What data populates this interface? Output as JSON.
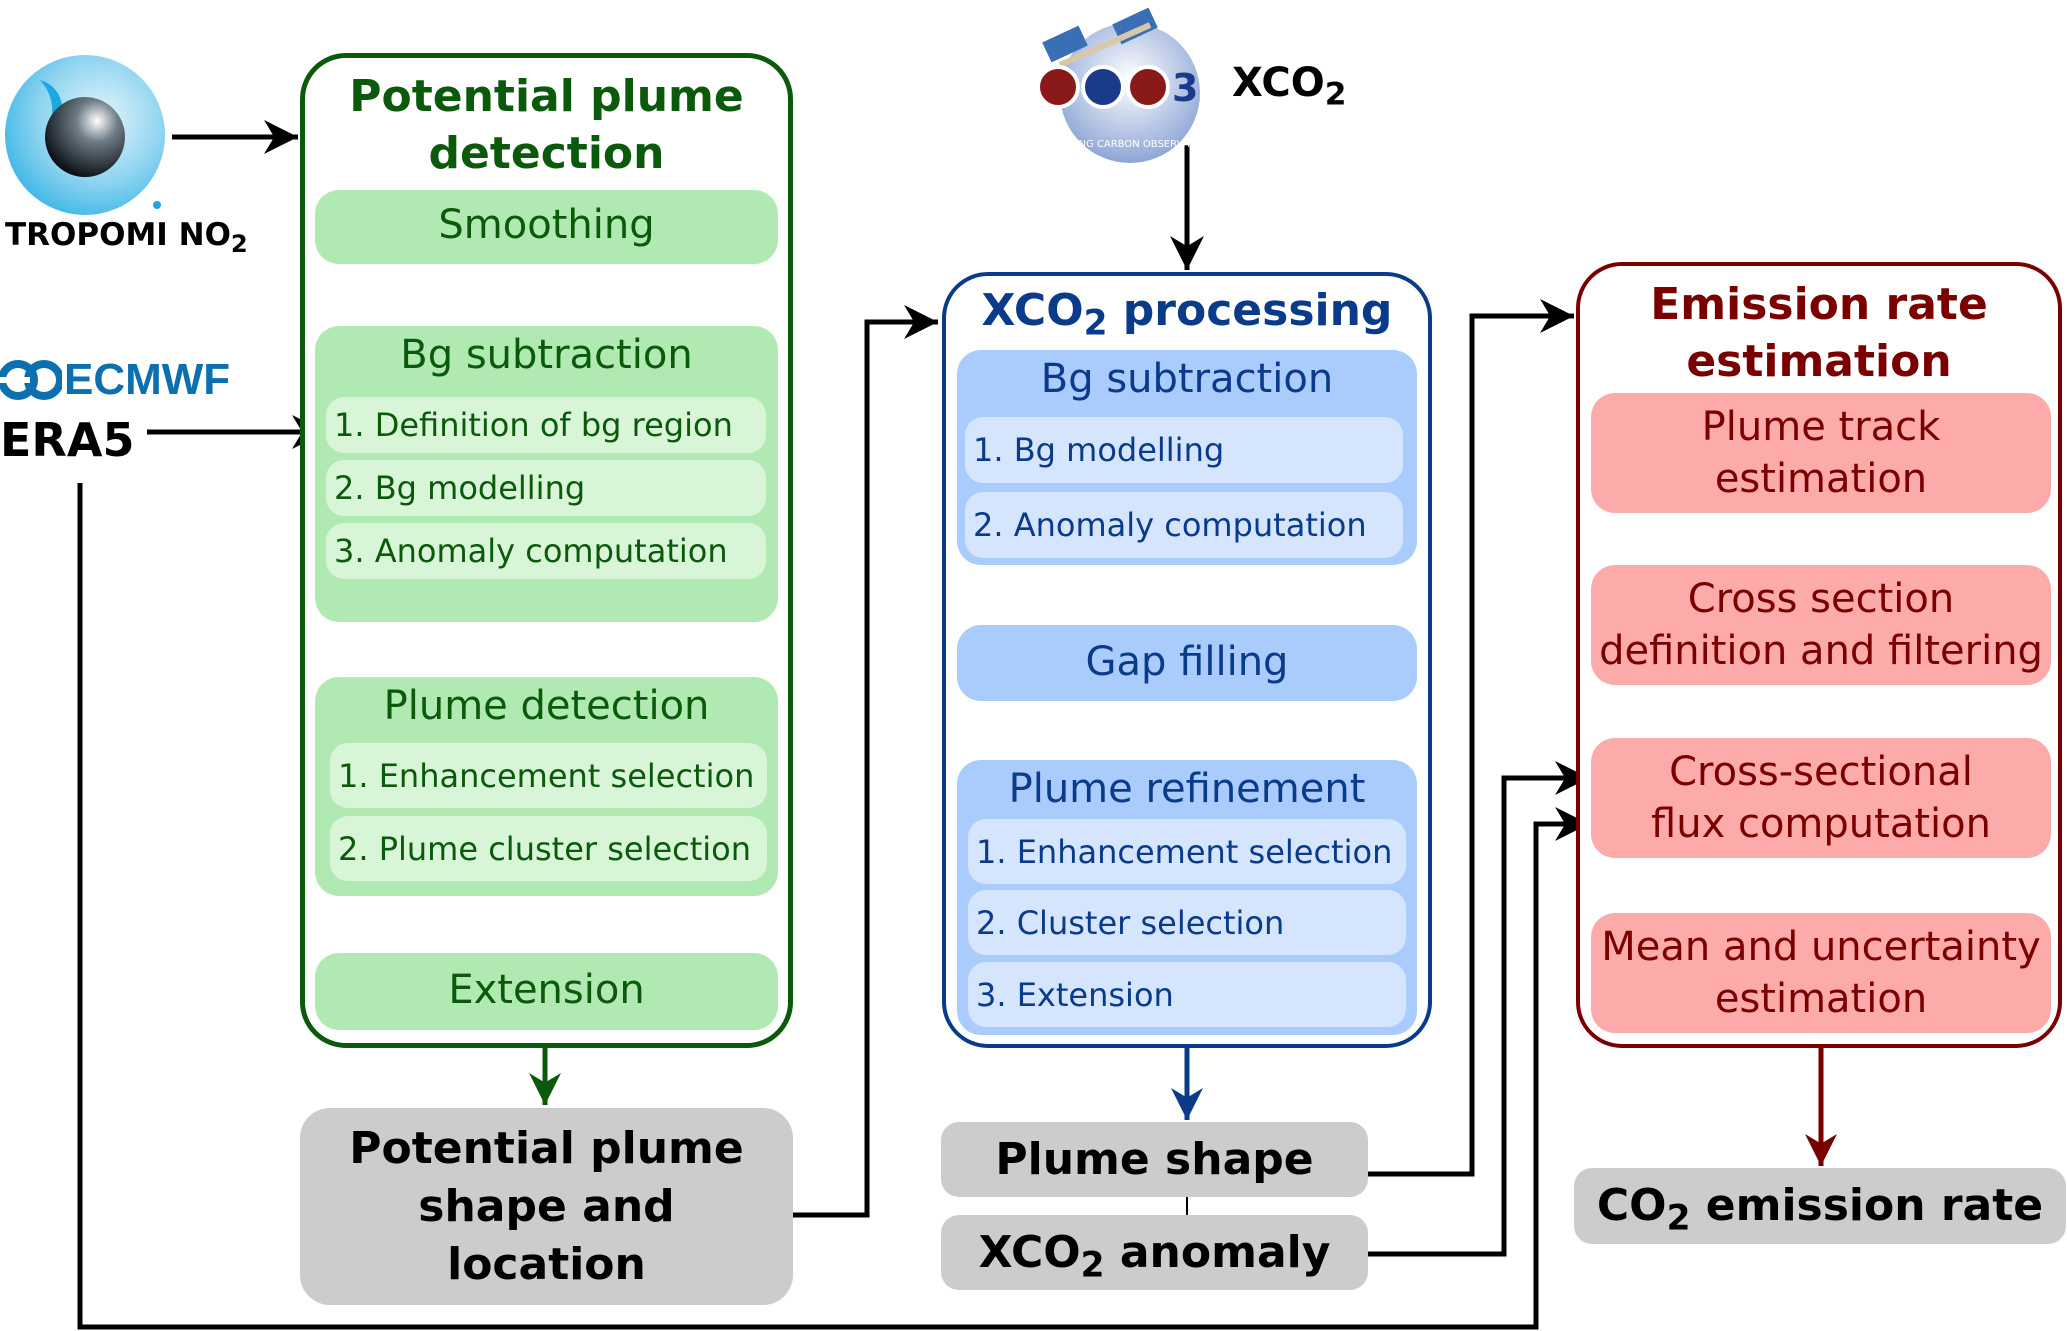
{
  "inputs": {
    "tropomi": {
      "label": "TROPOMI NO",
      "sub": "2",
      "icon": "tropomi-logo"
    },
    "ecmwf": {
      "logo_text": "ECMWF",
      "label": "ERA5",
      "icon": "ecmwf-logo"
    },
    "oco3": {
      "logo_text": "OCO-3",
      "ring_text": "ORBITING CARBON OBSERVATORY",
      "label": "XCO",
      "sub": "2",
      "icon": "oco3-logo"
    }
  },
  "colors": {
    "green": "#0b5a0b",
    "blue": "#0a3a8a",
    "red": "#7a0000",
    "grey": "#cccccc"
  },
  "detection": {
    "title_line1": "Potential plume",
    "title_line2": "detection",
    "smoothing": "Smoothing",
    "bg": {
      "title": "Bg subtraction",
      "items": [
        "1. Definition of bg region",
        "2. Bg modelling",
        "3. Anomaly computation"
      ]
    },
    "plume": {
      "title": "Plume detection",
      "items": [
        "1. Enhancement selection",
        "2. Plume cluster selection"
      ]
    },
    "extension": "Extension",
    "output_line1": "Potential plume",
    "output_line2": "shape and",
    "output_line3": "location"
  },
  "xco2": {
    "title_pre": "XCO",
    "title_sub": "2",
    "title_post": " processing",
    "bg": {
      "title": "Bg subtraction",
      "items": [
        "1. Bg modelling",
        "2. Anomaly computation"
      ]
    },
    "gap": "Gap filling",
    "refine": {
      "title": "Plume refinement",
      "items": [
        "1. Enhancement selection",
        "2. Cluster selection",
        "3. Extension"
      ]
    },
    "out_shape": "Plume shape",
    "out_anom_pre": "XCO",
    "out_anom_sub": "2",
    "out_anom_post": " anomaly"
  },
  "emission": {
    "title_line1": "Emission rate",
    "title_line2": "estimation",
    "steps": [
      [
        "Plume track",
        "estimation"
      ],
      [
        "Cross section",
        "definition and filtering"
      ],
      [
        "Cross-sectional",
        "flux computation"
      ],
      [
        "Mean and uncertainty",
        "estimation"
      ]
    ],
    "out_pre": "CO",
    "out_sub": "2",
    "out_post": " emission rate"
  }
}
